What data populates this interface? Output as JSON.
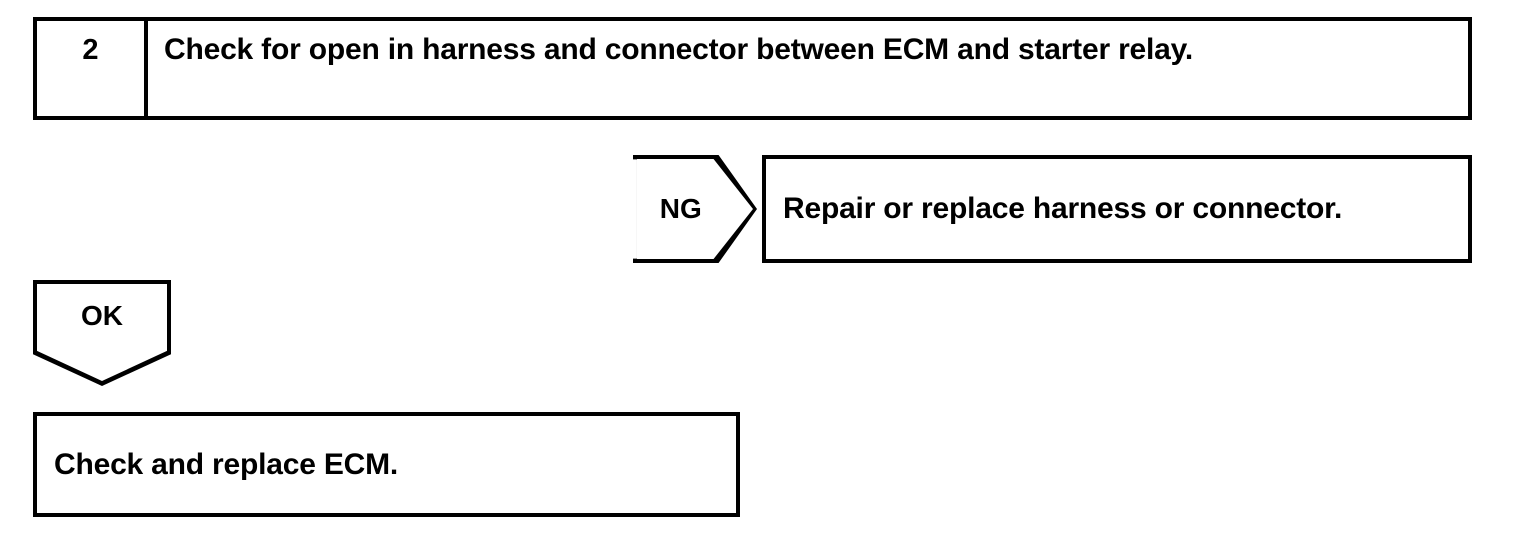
{
  "document": {
    "type": "troubleshooting-flowchart",
    "ink_color": "#000000",
    "background_color": "#ffffff"
  },
  "step": {
    "number": "2",
    "instruction": "Check for open in harness and connector between ECM and starter relay."
  },
  "branches": [
    {
      "tag": "NG",
      "shape": "pentagon-right",
      "result": "Repair or replace harness or connector."
    },
    {
      "tag": "OK",
      "shape": "pentagon-down",
      "result": "Check and replace ECM."
    }
  ],
  "ng_branch": {
    "tag": "NG",
    "result": "Repair or replace harness or connector."
  },
  "ok_branch": {
    "tag": "OK",
    "result": "Check and replace ECM."
  }
}
